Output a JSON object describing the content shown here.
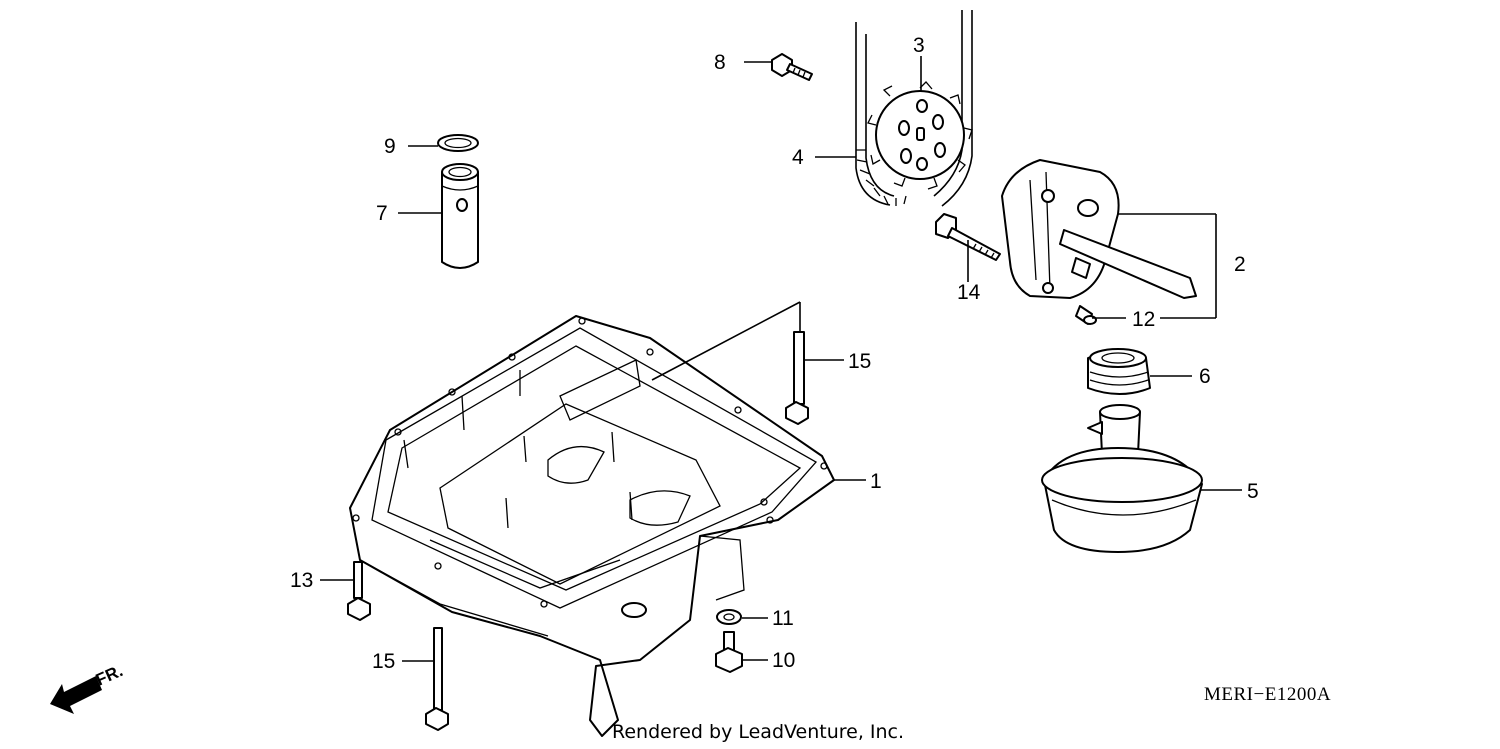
{
  "diagram": {
    "drawing_code": "MERI−E1200A",
    "credit": "Rendered by LeadVenture, Inc.",
    "direction_label": "FR.",
    "callouts": [
      {
        "id": "c1",
        "label": "1"
      },
      {
        "id": "c2",
        "label": "2"
      },
      {
        "id": "c3",
        "label": "3"
      },
      {
        "id": "c4",
        "label": "4"
      },
      {
        "id": "c5",
        "label": "5"
      },
      {
        "id": "c6",
        "label": "6"
      },
      {
        "id": "c7",
        "label": "7"
      },
      {
        "id": "c8",
        "label": "8"
      },
      {
        "id": "c9",
        "label": "9"
      },
      {
        "id": "c10",
        "label": "10"
      },
      {
        "id": "c11",
        "label": "11"
      },
      {
        "id": "c12",
        "label": "12"
      },
      {
        "id": "c13",
        "label": "13"
      },
      {
        "id": "c14",
        "label": "14"
      },
      {
        "id": "c15a",
        "label": "15"
      },
      {
        "id": "c15b",
        "label": "15"
      }
    ]
  }
}
